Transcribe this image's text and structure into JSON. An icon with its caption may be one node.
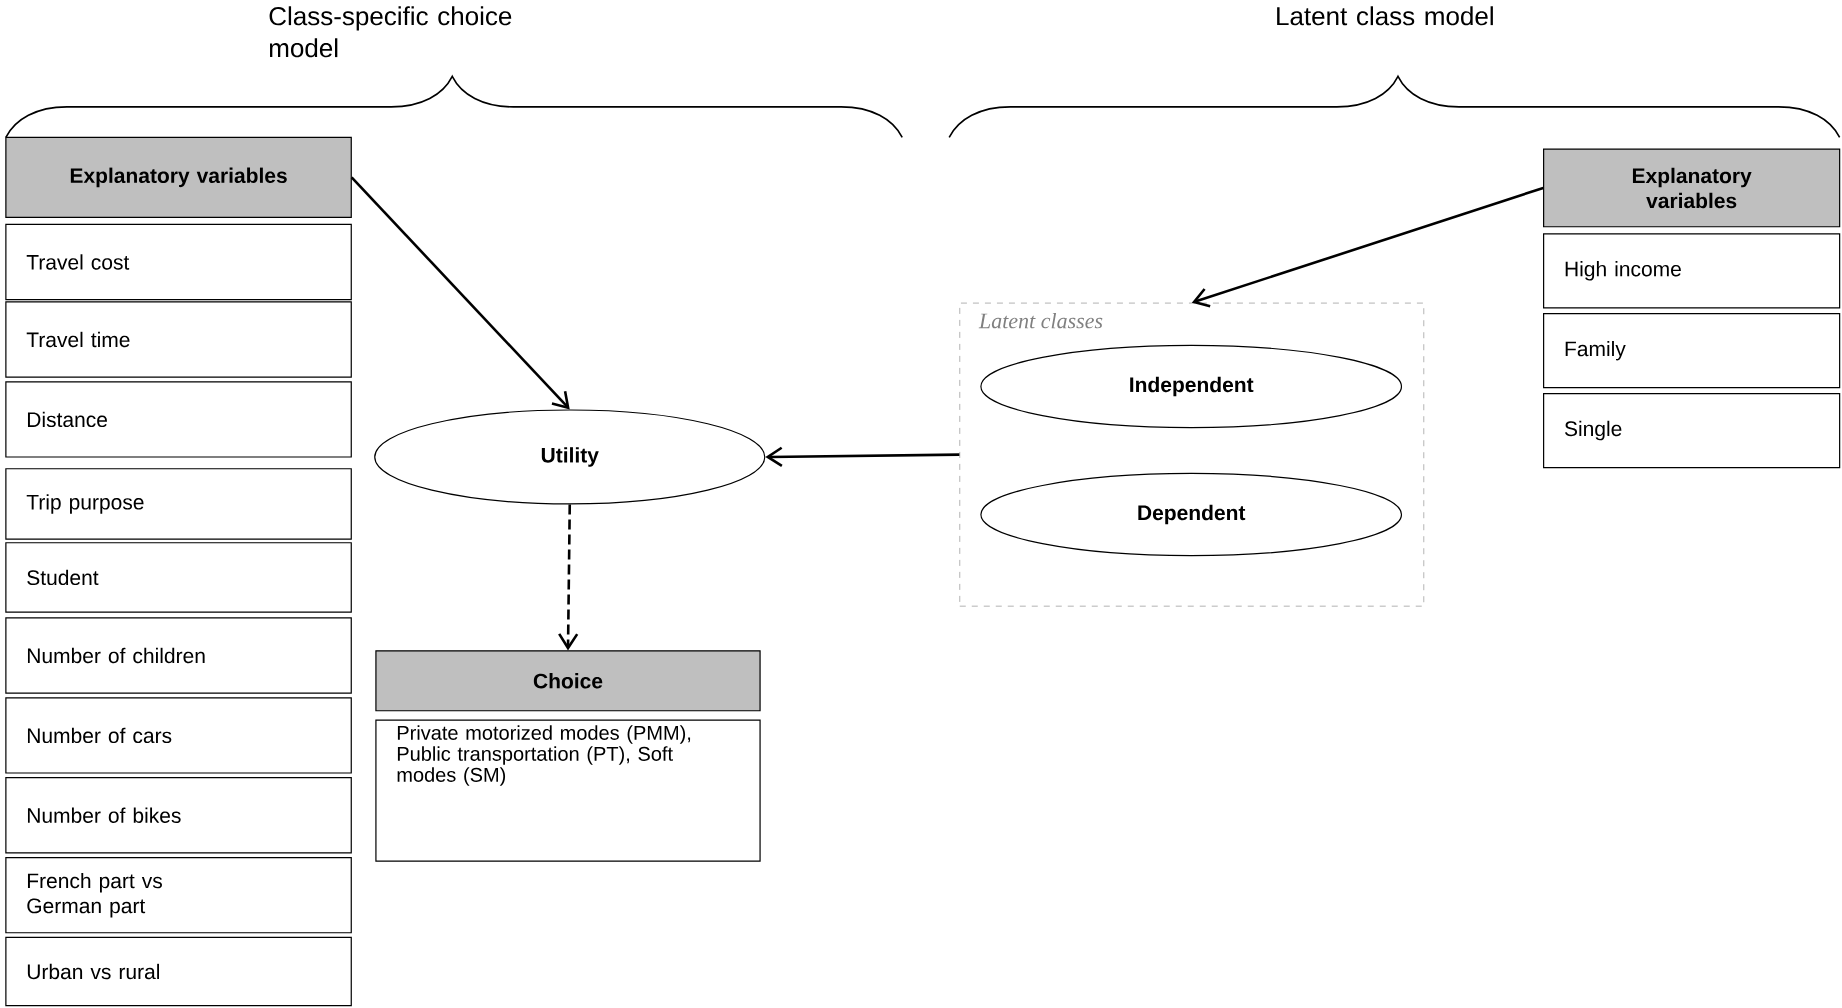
{
  "diagram": {
    "nodes": [
      {
        "text": [
          "Explanatory variables"
        ]
      },
      {
        "text": [
          "Travel cost"
        ]
      },
      {
        "text": [
          "Travel time"
        ]
      },
      {
        "text": [
          "Distance"
        ]
      },
      {
        "text": [
          "Trip purpose"
        ]
      },
      {
        "text": [
          "Student"
        ]
      },
      {
        "text": [
          "Number of children"
        ]
      },
      {
        "text": [
          "Number of cars"
        ]
      },
      {
        "text": [
          "Number of bikes"
        ]
      },
      {
        "text": [
          "French part vs German part"
        ]
      },
      {
        "text": [
          "Urban vs rural"
        ]
      },
      {
        "text": [
          "Utility"
        ]
      },
      {
        "text": [
          "Choice"
        ]
      },
      {
        "text": [
          "Private motorized modes (PMM), Public transportation (PT), Soft modes (SM)"
        ]
      },
      {
        "text": [
          "Latent classes"
        ]
      },
      {
        "text": [
          "Independent"
        ],
        "in": 14
      },
      {
        "text": [
          "Dependent"
        ],
        "in": 14
      },
      {
        "text": [
          "Explanatory variables"
        ]
      },
      {
        "text": [
          "High income"
        ]
      },
      {
        "text": [
          "Family"
        ]
      },
      {
        "text": [
          "Single"
        ]
      }
    ],
    "edges": [
      {
        "from": 0,
        "to": 11,
        "arrow": "to"
      },
      {
        "from": 11,
        "to": 12,
        "arrow": "to",
        "style": "dashed"
      },
      {
        "from": 17,
        "to": 14,
        "arrow": "to"
      },
      {
        "from": 14,
        "to": 11,
        "arrow": "to"
      }
    ],
    "labels": [
      "Class-specific choice model",
      "Latent class model"
    ]
  }
}
